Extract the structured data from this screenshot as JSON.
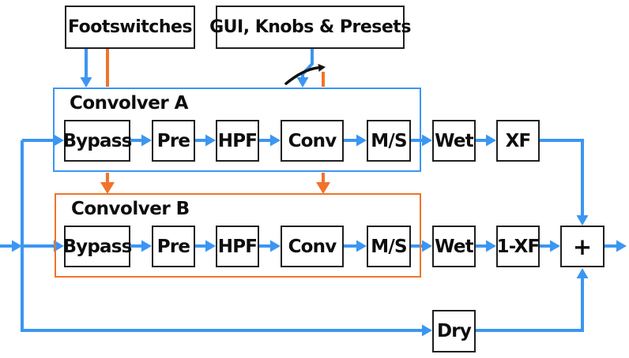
{
  "diagram": {
    "description": "Convolver plugin signal flow diagram",
    "colors": {
      "audio_path": "#3b96f2",
      "control_path": "#f1742a",
      "box_border": "#1f1f1f",
      "text": "#0d0d0d",
      "annotation": "#111111",
      "background": "#ffffff"
    },
    "nodes": [
      {
        "id": "footswitches",
        "label": "Footswitches"
      },
      {
        "id": "gui",
        "label": "GUI, Knobs & Presets"
      },
      {
        "id": "convolver-a",
        "label": "Convolver A"
      },
      {
        "id": "a-bypass",
        "label": "Bypass"
      },
      {
        "id": "a-pre",
        "label": "Pre"
      },
      {
        "id": "a-hpf",
        "label": "HPF"
      },
      {
        "id": "a-conv",
        "label": "Conv"
      },
      {
        "id": "a-ms",
        "label": "M/S"
      },
      {
        "id": "a-wet",
        "label": "Wet"
      },
      {
        "id": "xf",
        "label": "XF"
      },
      {
        "id": "convolver-b",
        "label": "Convolver B"
      },
      {
        "id": "b-bypass",
        "label": "Bypass"
      },
      {
        "id": "b-pre",
        "label": "Pre"
      },
      {
        "id": "b-hpf",
        "label": "HPF"
      },
      {
        "id": "b-conv",
        "label": "Conv"
      },
      {
        "id": "b-ms",
        "label": "M/S"
      },
      {
        "id": "b-wet",
        "label": "Wet"
      },
      {
        "id": "one-minus-xf",
        "label": "1-XF"
      },
      {
        "id": "sum",
        "label": "+"
      },
      {
        "id": "dry",
        "label": "Dry"
      }
    ],
    "connections": [
      {
        "from": "Footswitches",
        "to": "Convolver A",
        "path": "audio-blue"
      },
      {
        "from": "Footswitches",
        "to": "Convolver B",
        "path": "control-orange"
      },
      {
        "from": "GUI, Knobs & Presets",
        "to": "Convolver A",
        "path": "audio-blue"
      },
      {
        "from": "GUI, Knobs & Presets",
        "to": "Convolver B",
        "path": "control-orange"
      },
      {
        "from": "Input",
        "to": "Bypass (A)",
        "path": "audio-blue"
      },
      {
        "from": "Input",
        "to": "Bypass (B)",
        "path": "audio-blue"
      },
      {
        "from": "Input",
        "to": "Dry",
        "path": "audio-blue"
      },
      {
        "chain_a": [
          "Bypass",
          "Pre",
          "HPF",
          "Conv",
          "M/S",
          "Wet",
          "XF"
        ]
      },
      {
        "chain_b": [
          "Bypass",
          "Pre",
          "HPF",
          "Conv",
          "M/S",
          "Wet",
          "1-XF"
        ]
      },
      {
        "from": "XF",
        "to": "+",
        "path": "audio-blue"
      },
      {
        "from": "1-XF",
        "to": "+",
        "path": "audio-blue"
      },
      {
        "from": "Dry",
        "to": "+",
        "path": "audio-blue"
      },
      {
        "from": "+",
        "to": "Output",
        "path": "audio-blue"
      }
    ]
  }
}
